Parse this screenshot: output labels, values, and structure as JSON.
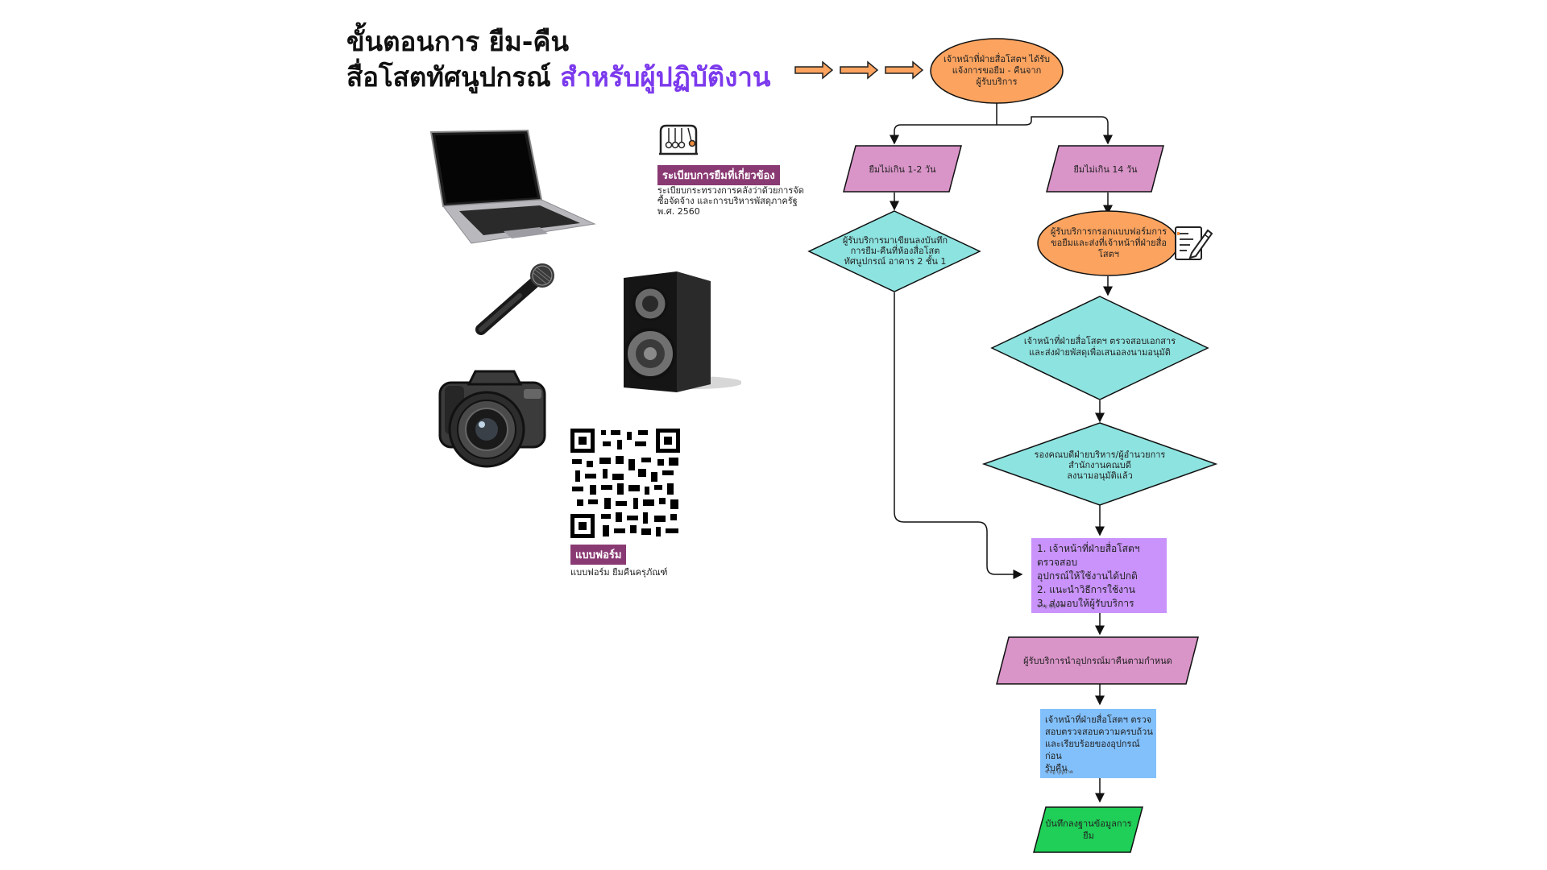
{
  "title": {
    "line1": "ขั้นตอนการ ยืม-คืน",
    "line2_main": "สื่อโสตทัศนูปกรณ์",
    "line2_accent": "สำหรับผู้ปฏิบัติงาน"
  },
  "regulation": {
    "tag": "ระเบียบการยืมที่เกี่ยวข้อง",
    "text_lines": [
      "ระเบียบกระทรวงการคลังว่าด้วยการจัด",
      "ซื้อจัดจ้าง และการบริหารพัสดุภาครัฐ",
      "พ.ศ. 2560"
    ]
  },
  "form": {
    "tag": "แบบฟอร์ม",
    "text": "แบบฟอร์ม ยืมคืนครุภัณฑ์"
  },
  "flow": {
    "start": [
      "เจ้าหน้าที่ฝ่ายสื่อโสตฯ ได้รับ",
      "แจ้งการขอยืม - คืนจาก",
      "ผู้รับบริการ"
    ],
    "left_condition": "ยืมไม่เกิน 1-2 วัน",
    "right_condition": "ยืมไม่เกิน 14 วัน",
    "left_decision": [
      "ผู้รับบริการมาเขียนลงบันทึก",
      "การยืม-คืนที่ห้องสื่อโสต",
      "ทัศนูปกรณ์ อาคาร 2 ชั้น 1"
    ],
    "right_form": [
      "ผู้รับบริการกรอกแบบฟอร์มการ",
      "ขอยืมและส่งที่เจ้าหน้าที่ฝ่ายสื่อ",
      "โสตฯ"
    ],
    "check_docs": [
      "เจ้าหน้าที่ฝ่ายสื่อโสตฯ ตรวจสอบเอกสาร",
      "และส่งฝ่ายพัสดุเพื่อเสนอลงนามอนุมัติ"
    ],
    "approval": [
      "รองคณบดีฝ่ายบริหาร/ผู้อำนวยการ",
      "สำนักงานคณบดี",
      "ลงนามอนุมัติแล้ว"
    ],
    "handover": [
      "1. เจ้าหน้าที่ฝ่ายสื่อโสตฯ ตรวจสอบ",
      "อุปกรณ์ให้ใช้งานได้ปกติ",
      "2. แนะนำวิธีการใช้งาน",
      "3. ส่งมอบให้ผู้รับบริการ"
    ],
    "handover_author": "ชาญ บุญนาค",
    "return_step": "ผู้รับบริการนำอุปกรณ์มาคืนตามกำหนด",
    "inspect_return": [
      "เจ้าหน้าที่ฝ่ายสื่อโสตฯ ตรวจ",
      "สอบตรวจสอบความครบถ้วน",
      "และเรียบร้อยของอุปกรณ์ก่อน",
      "รับคืน"
    ],
    "inspect_author": "ชาญ บุญนาค",
    "end": "บันทึกลงฐานข้อมูลการยืม"
  },
  "colors": {
    "orange": "#fba35f",
    "pink": "#d994c8",
    "cyan": "#8de3e0",
    "lavender": "#c993fb",
    "blue": "#82c0fb",
    "green": "#1fcf57",
    "tag": "#8a3a73",
    "accent": "#7c3aed"
  },
  "icons": [
    "laptop-icon",
    "microphone-icon",
    "speaker-icon",
    "camera-icon",
    "qr-code-icon",
    "newtons-cradle-icon",
    "form-pencil-icon",
    "arrow-right-icon"
  ]
}
